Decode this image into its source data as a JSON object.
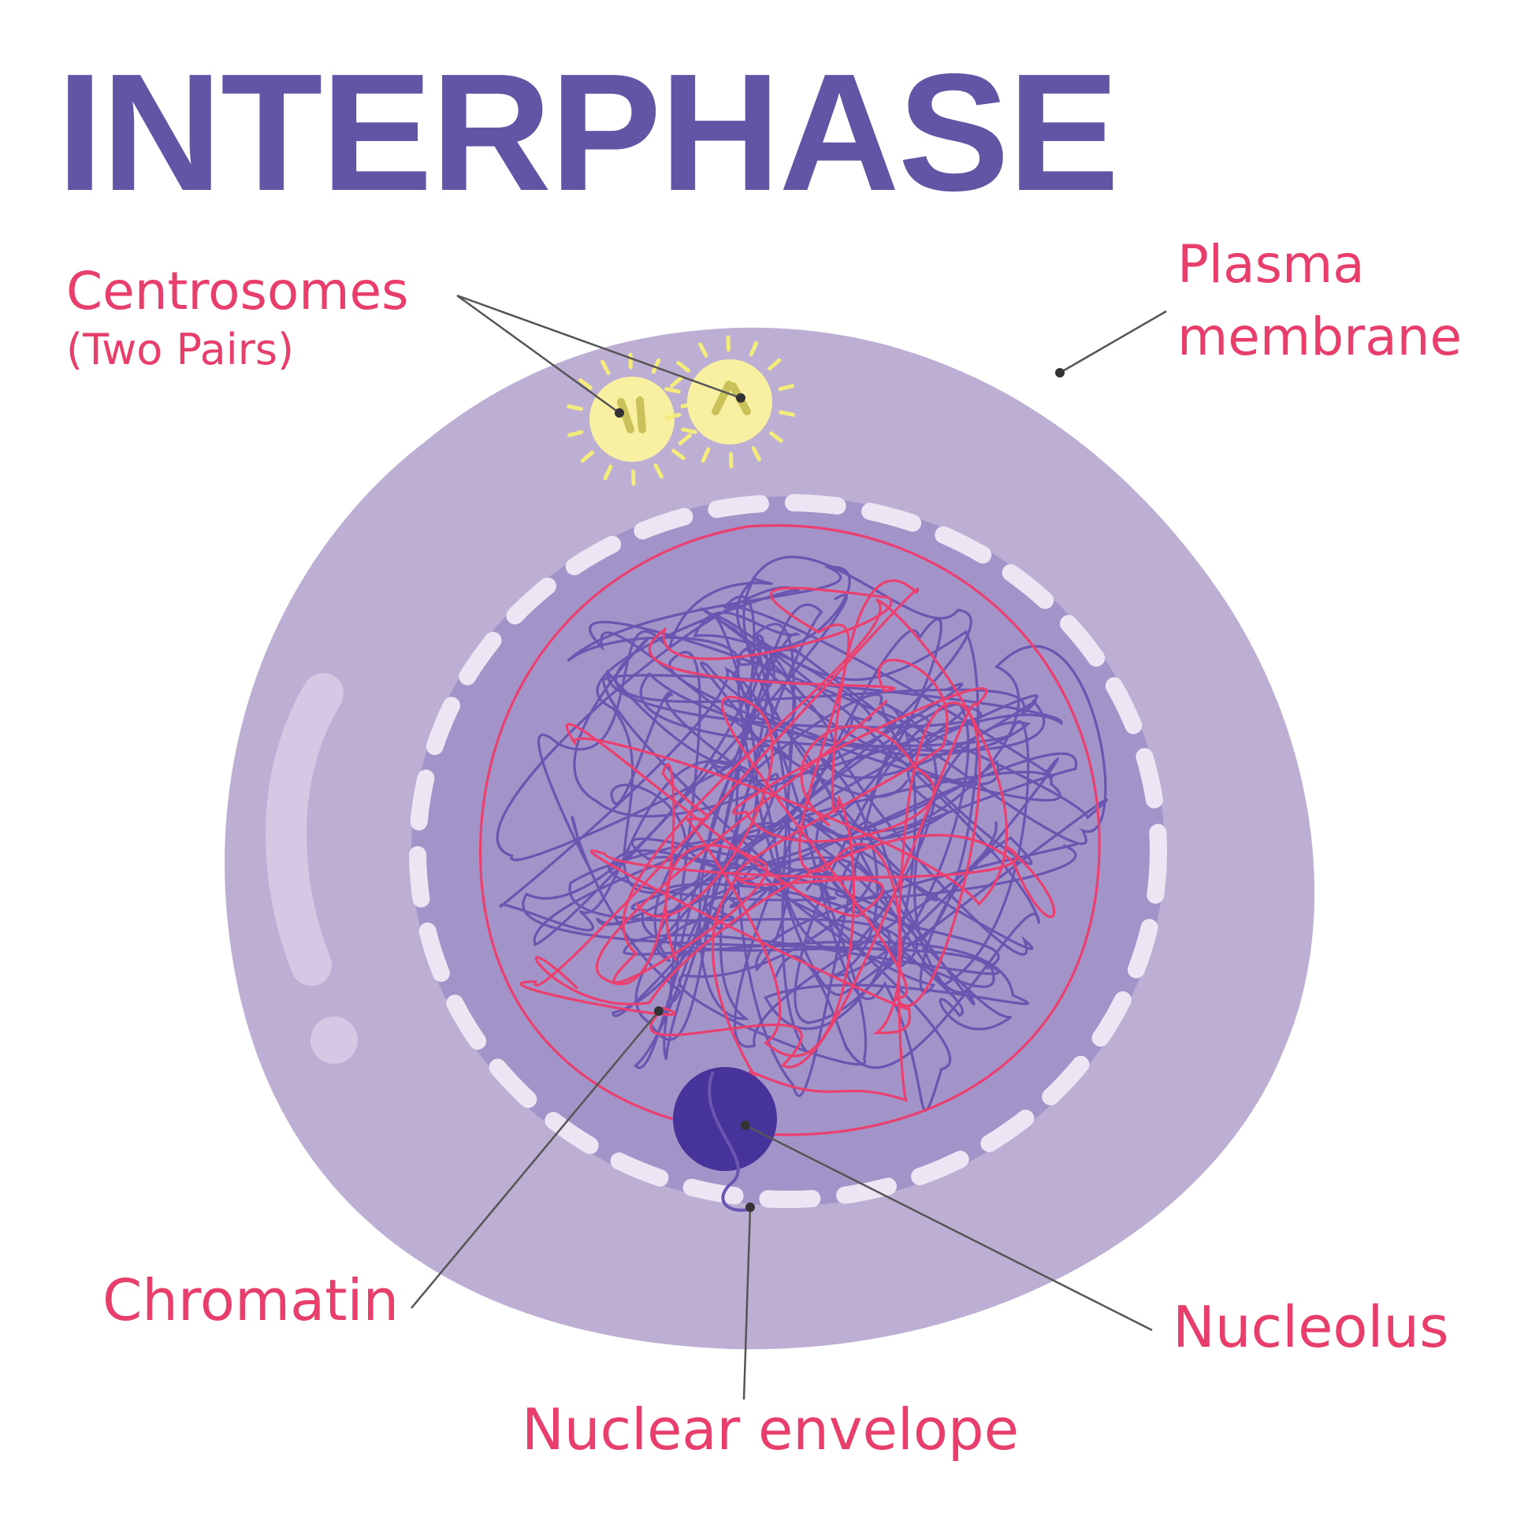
{
  "title": "INTERPHASE",
  "labels": {
    "centrosomes": "Centrosomes",
    "centrosomes_detail": "(Two Pairs)",
    "plasma_membrane_line1": "Plasma",
    "plasma_membrane_line2": "membrane",
    "chromatin": "Chromatin",
    "nucleolus": "Nucleolus",
    "nuclear_envelope": "Nuclear envelope"
  },
  "colors": {
    "title": "#6355a5",
    "label": "#e83e6c",
    "cytoplasm": "#bdaed4",
    "nucleus": "#a294c8",
    "envelope_dash": "#ece6f4",
    "chromatin_purple": "#6a55b0",
    "chromatin_pink": "#ea3f6f",
    "nucleolus": "#46349a",
    "centrosome": "#f8f0a0",
    "leader_line": "#555555"
  }
}
